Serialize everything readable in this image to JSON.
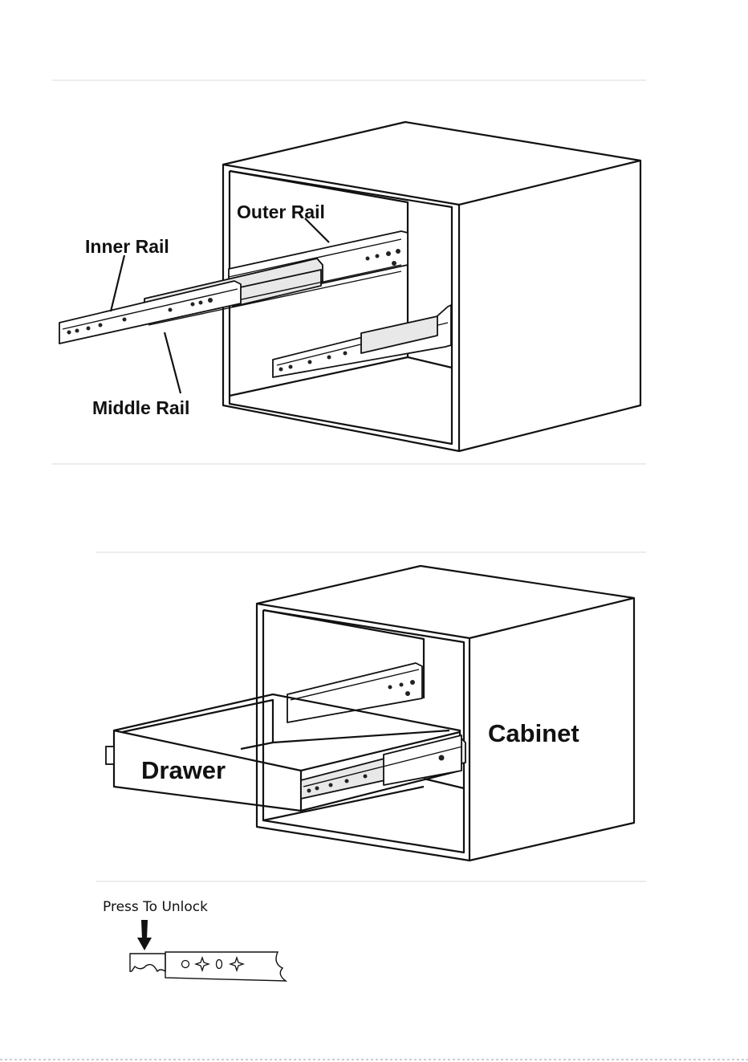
{
  "figure1": {
    "labels": {
      "outer_rail": "Outer Rail",
      "inner_rail": "Inner Rail",
      "middle_rail": "Middle Rail"
    }
  },
  "figure2": {
    "labels": {
      "cabinet": "Cabinet",
      "drawer": "Drawer"
    }
  },
  "figure3": {
    "labels": {
      "press_to_unlock": "Press To Unlock"
    }
  },
  "icons": [
    "arrow-down-icon",
    "rail-release-lever"
  ]
}
